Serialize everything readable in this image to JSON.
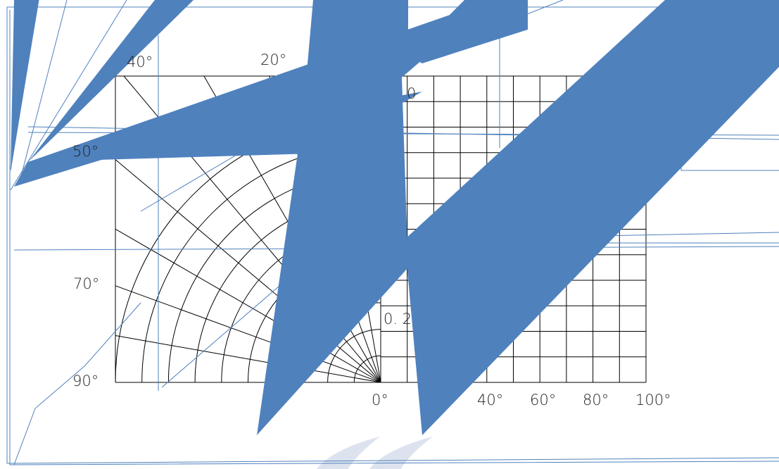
{
  "colors": {
    "grid": "#000000",
    "accent": "#4f81bd",
    "frame": "#4f81bd",
    "background": "#ffffff",
    "watermark": "#dde3ee"
  },
  "polar": {
    "angle_labels": [
      "40°",
      "20°",
      "50°",
      "70°",
      "90°"
    ],
    "radius_label_inner": "0. 2",
    "radius_label_outer": "0"
  },
  "cartesian": {
    "x_labels": [
      "0°",
      "40°",
      "60°",
      "80°",
      "100°"
    ]
  }
}
